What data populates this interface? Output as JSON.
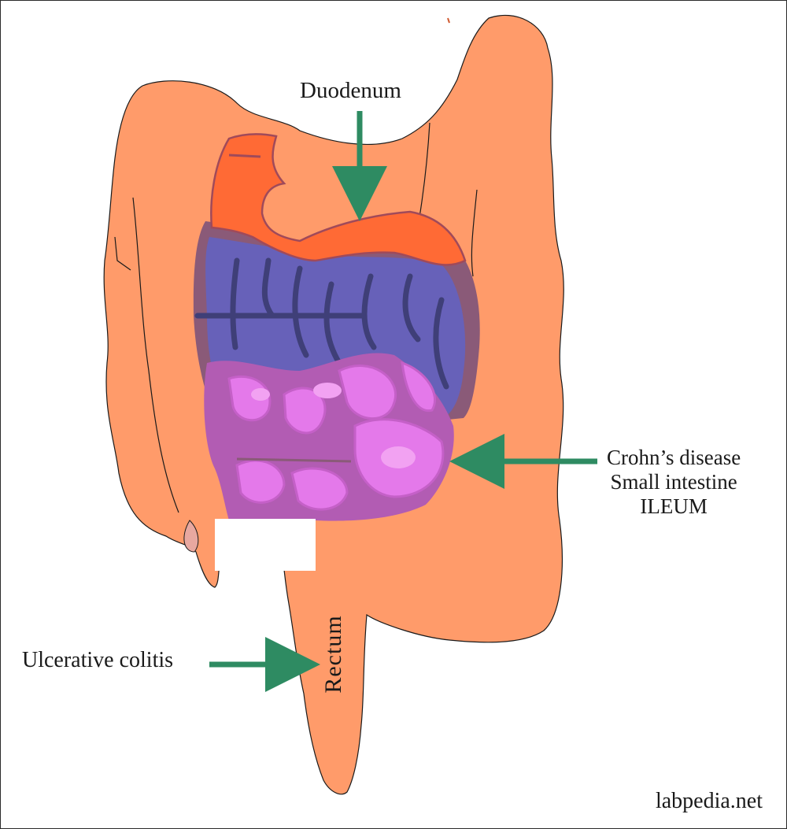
{
  "labels": {
    "duodenum": "Duodenum",
    "crohns_line1": "Crohn’s disease",
    "crohns_line2": "Small intestine",
    "crohns_line3": "ILEUM",
    "ulcerative_colitis": "Ulcerative colitis",
    "rectum": "Rectum"
  },
  "watermark": "labpedia.net",
  "colors": {
    "colon": "#ff9b6a",
    "duodenum": "#ff6a35",
    "jejunum": "#6761b9",
    "jejunum_dark": "#3f3f78",
    "ileum": "#e479ea",
    "ileum_mid": "#b25cb3",
    "ileum_light": "#f2a2f2",
    "mesentery": "#8a5a78",
    "arrow": "#2e8b62"
  }
}
